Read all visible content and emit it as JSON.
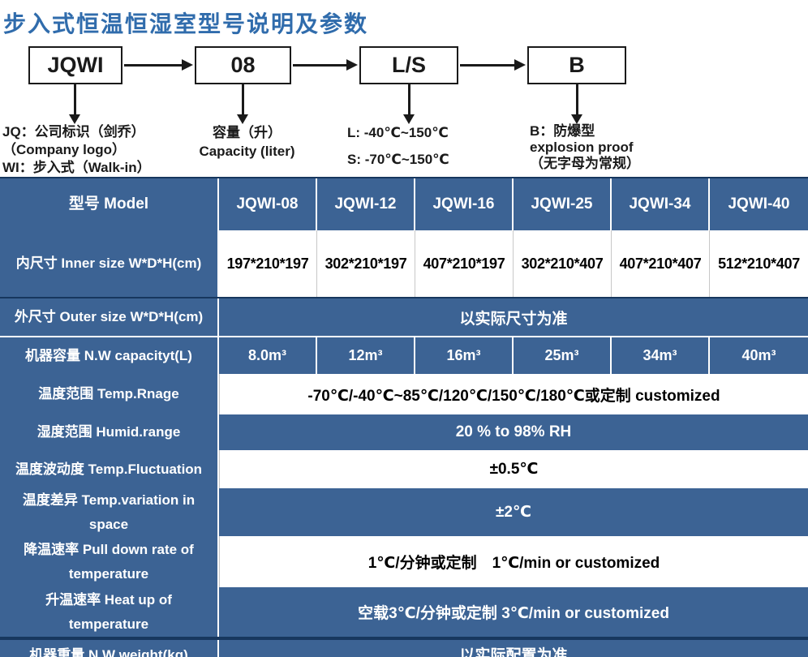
{
  "title": "步入式恒温恒湿室型号说明及参数",
  "flow": {
    "boxes": [
      {
        "code": "JQWI",
        "desc_lines": [
          "JQ：公司标识（剑乔）",
          "（Company logo）",
          "WI：步入式（Walk-in）"
        ]
      },
      {
        "code": "08",
        "desc_lines": [
          "容量（升）",
          "Capacity (liter)"
        ]
      },
      {
        "code": "L/S",
        "desc_lines": [
          "L: -40℃~150℃",
          "S: -70℃~150℃"
        ]
      },
      {
        "code": "B",
        "desc_lines": [
          "B：防爆型",
          "explosion proof",
          "（无字母为常规）"
        ]
      }
    ]
  },
  "table": {
    "header": {
      "label": "型号 Model",
      "models": [
        "JQWI-08",
        "JQWI-12",
        "JQWI-16",
        "JQWI-25",
        "JQWI-34",
        "JQWI-40"
      ]
    },
    "rows": [
      {
        "label": "内尺寸 Inner size W*D*H(cm)",
        "values": [
          "197*210*197",
          "302*210*197",
          "407*210*197",
          "302*210*407",
          "407*210*407",
          "512*210*407"
        ]
      },
      {
        "label": "外尺寸 Outer size W*D*H(cm)",
        "value": "以实际尺寸为准"
      },
      {
        "label": "机器容量 N.W capacityt(L)",
        "values": [
          "8.0m³",
          "12m³",
          "16m³",
          "25m³",
          "34m³",
          "40m³"
        ]
      },
      {
        "label": "温度范围 Temp.Rnage",
        "value": "-70℃/-40℃~85℃/120℃/150℃/180℃或定制 customized"
      },
      {
        "label": "湿度范围 Humid.range",
        "value": "20 % to 98% RH"
      },
      {
        "label": "温度波动度 Temp.Fluctuation",
        "value": "±0.5℃"
      },
      {
        "label": "温度差异 Temp.variation in space",
        "value": "±2℃"
      },
      {
        "label": "降温速率 Pull down rate of temperature",
        "value": "1℃/分钟或定制　1℃/min or customized"
      },
      {
        "label": "升温速率 Heat up of temperature",
        "value": "空载3℃/分钟或定制 3℃/min or customized"
      },
      {
        "label": "机器重量 N.W weight(kg)",
        "value": "以实际配置为准"
      }
    ]
  },
  "colors": {
    "title_blue": "#306cac",
    "cell_blue": "#3c6394",
    "navy_rule": "#17375e",
    "white_row_border": "#c8c8c8"
  }
}
